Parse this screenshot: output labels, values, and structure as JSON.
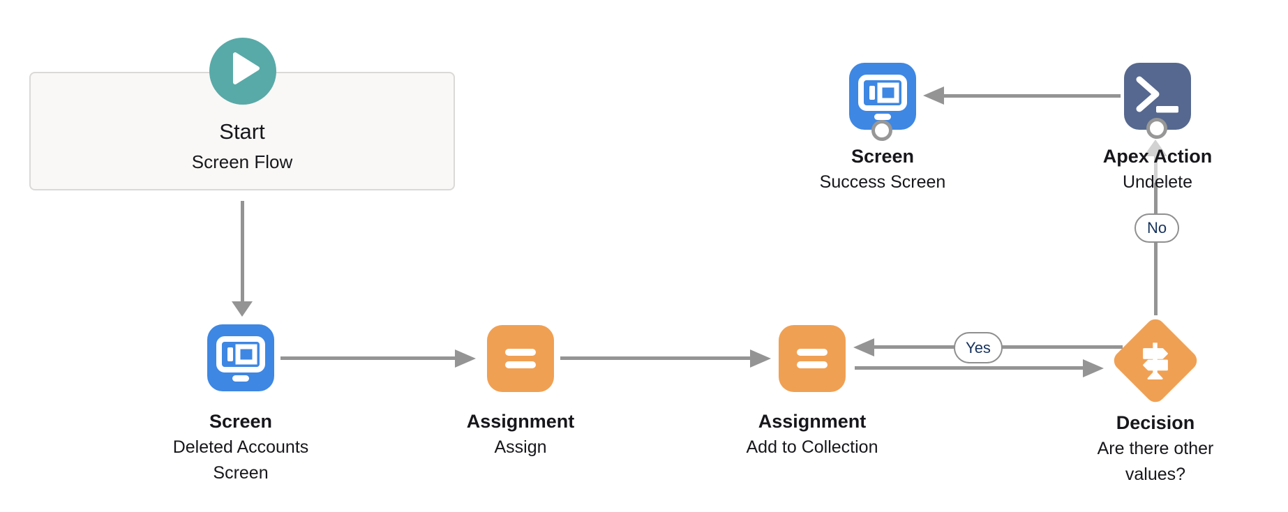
{
  "start": {
    "title": "Start",
    "type": "Screen Flow"
  },
  "nodes": {
    "screen1": {
      "type": "Screen",
      "name": "Deleted Accounts Screen"
    },
    "assign1": {
      "type": "Assignment",
      "name": "Assign"
    },
    "assign2": {
      "type": "Assignment",
      "name": "Add to Collection"
    },
    "decision": {
      "type": "Decision",
      "name": "Are there other values?"
    },
    "screen2": {
      "type": "Screen",
      "name": "Success Screen"
    },
    "apex": {
      "type": "Apex Action",
      "name": "Undelete"
    }
  },
  "connectors": {
    "yes": "Yes",
    "no": "No"
  },
  "icons": {
    "start": "play-icon",
    "screen": "monitor-icon",
    "assignment": "equals-icon",
    "decision": "signpost-icon",
    "apex": "terminal-prompt-icon"
  },
  "colors": {
    "start_teal": "#58AAA8",
    "screen_blue": "#3E87E3",
    "assignment_orange": "#F0A053",
    "apex_slate": "#56688F",
    "connector_gray": "#949494",
    "faded_connector_gray": "#D2D2D2",
    "edge_label_text": "#16325C",
    "start_card_bg": "#F9F8F6",
    "start_card_border": "#DBD9D7",
    "text": "#17171B"
  }
}
